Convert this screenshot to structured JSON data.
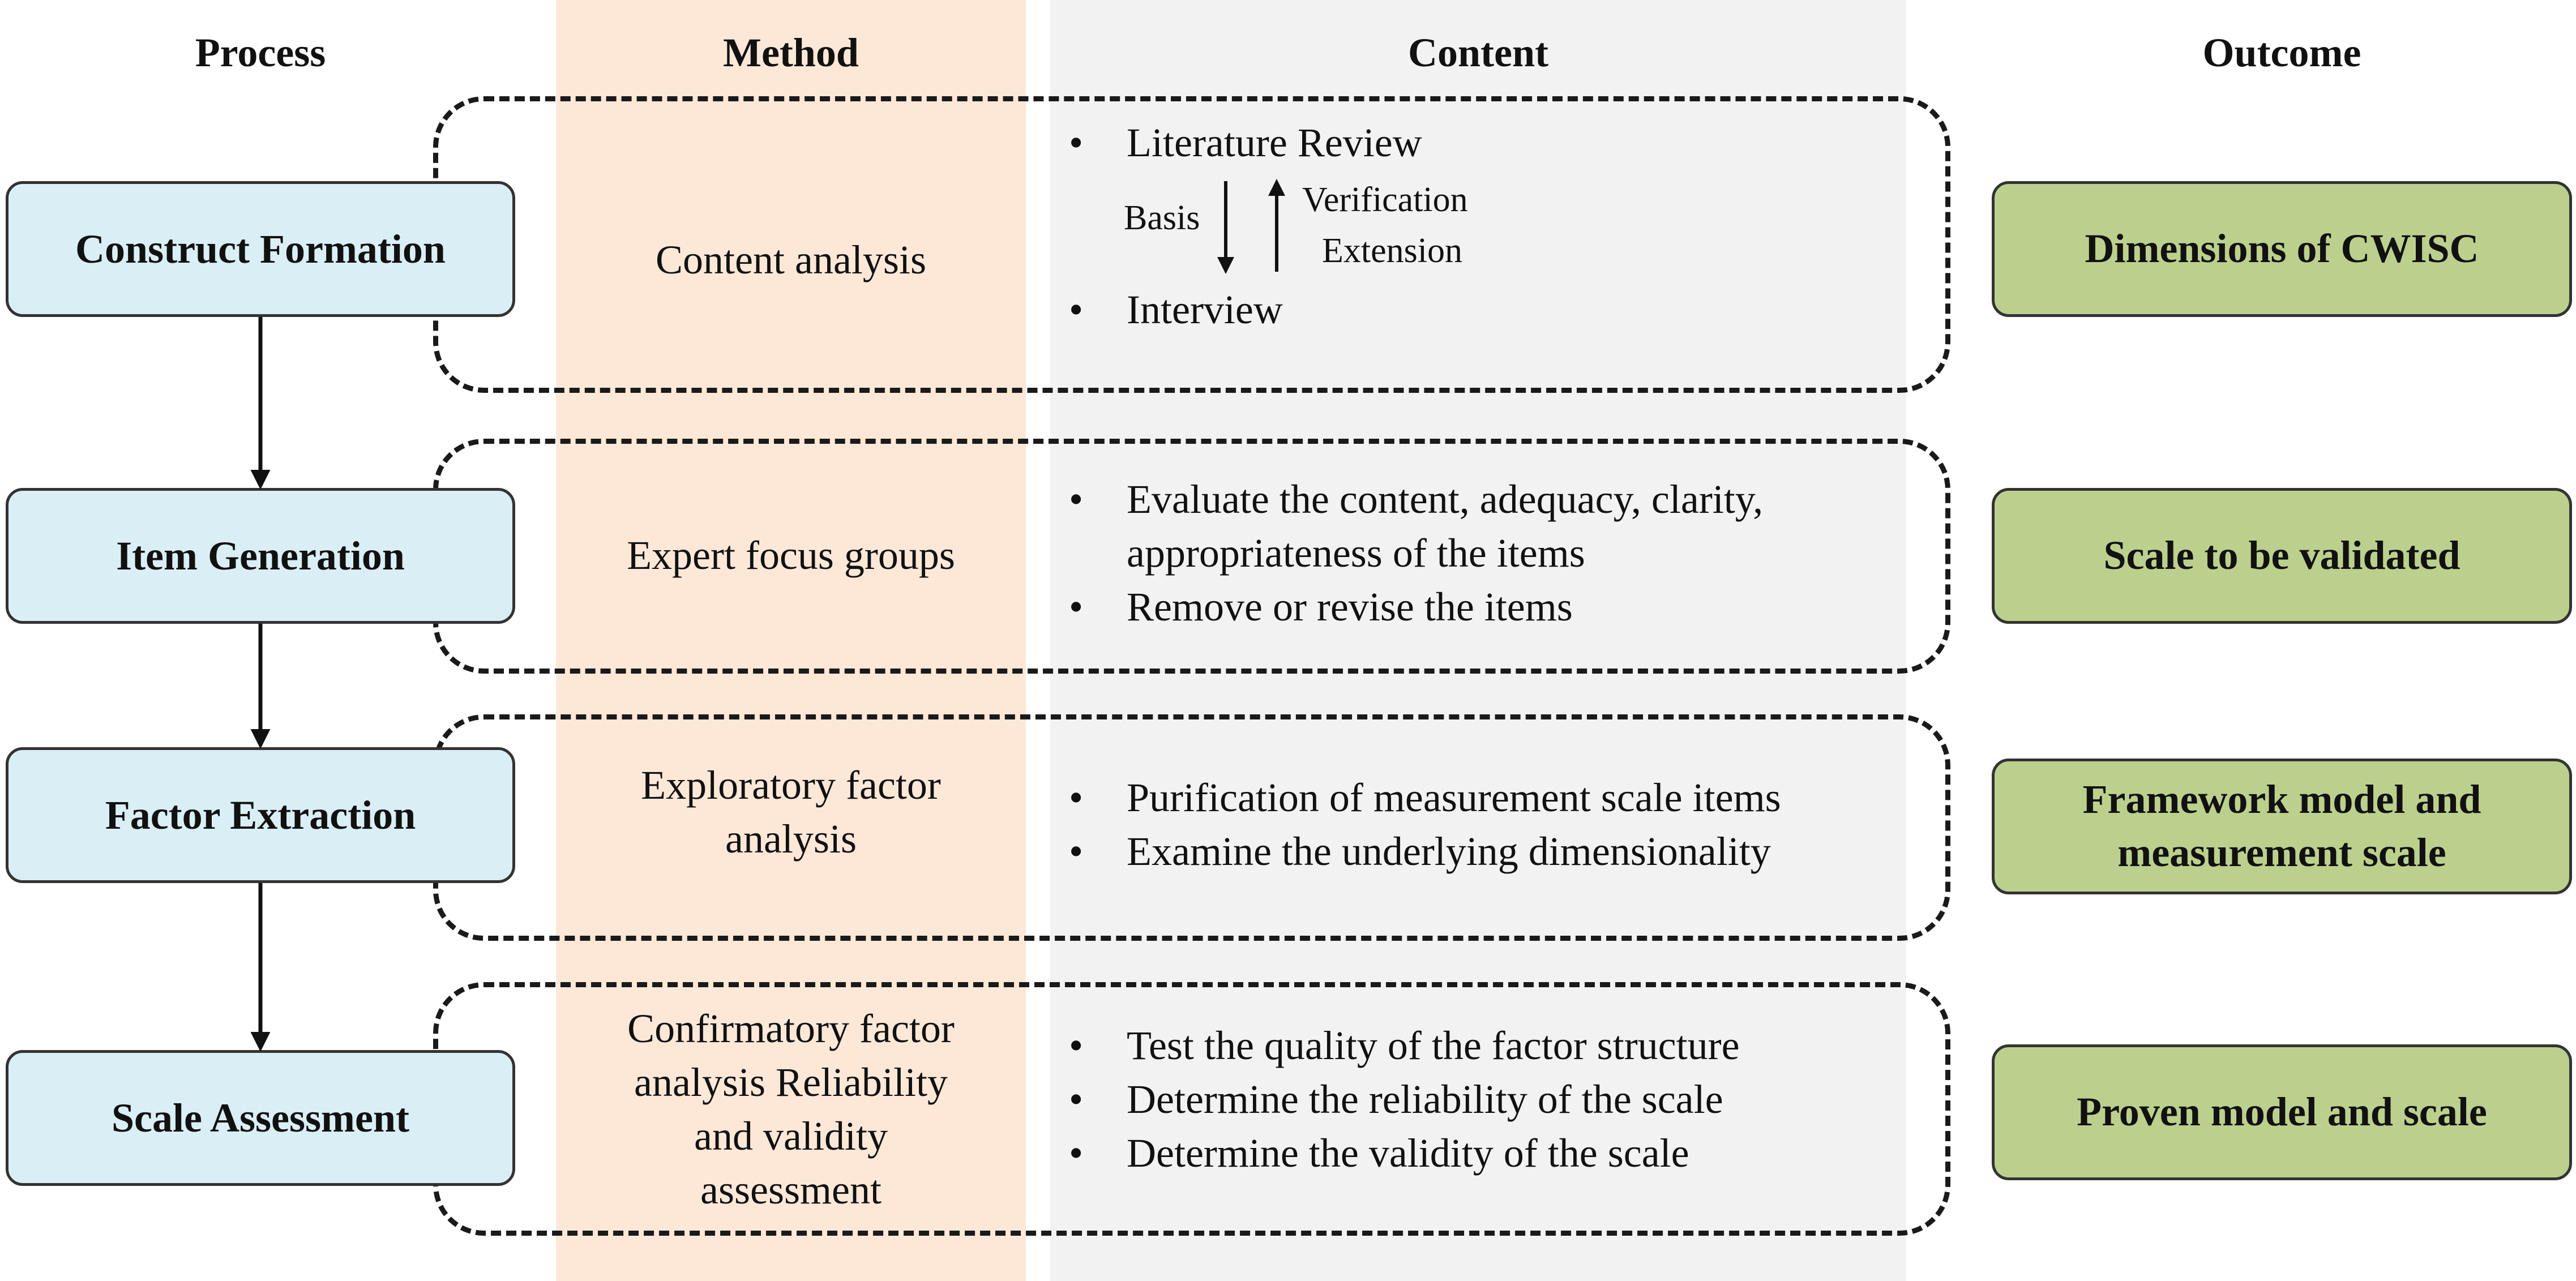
{
  "colors": {
    "method_column": "#fde8d8",
    "content_column": "#f2f2f2",
    "process_fill": "#daeef5",
    "outcome_fill": "#bcd08d"
  },
  "headers": {
    "process": "Process",
    "method": "Method",
    "content": "Content",
    "outcome": "Outcome"
  },
  "rows": [
    {
      "process": "Construct Formation",
      "method": "Content analysis",
      "content": {
        "top": "Literature Review",
        "basis": "Basis",
        "verification": "Verification",
        "extension": "Extension",
        "bottom": "Interview"
      },
      "outcome": "Dimensions of CWISC"
    },
    {
      "process": "Item Generation",
      "method": "Expert focus groups",
      "content": [
        "Evaluate the content, adequacy, clarity, appropriateness of the items",
        "Remove or revise the items"
      ],
      "outcome": "Scale to be validated"
    },
    {
      "process": "Factor Extraction",
      "method": "Exploratory factor analysis",
      "content": [
        "Purification of measurement scale items",
        "Examine the underlying dimensionality"
      ],
      "outcome": "Framework model and measurement scale"
    },
    {
      "process": "Scale Assessment",
      "method": "Confirmatory factor analysis Reliability and validity assessment",
      "content": [
        "Test the quality of the factor structure",
        "Determine the reliability of the scale",
        "Determine the validity of the scale"
      ],
      "outcome": "Proven model and scale"
    }
  ]
}
